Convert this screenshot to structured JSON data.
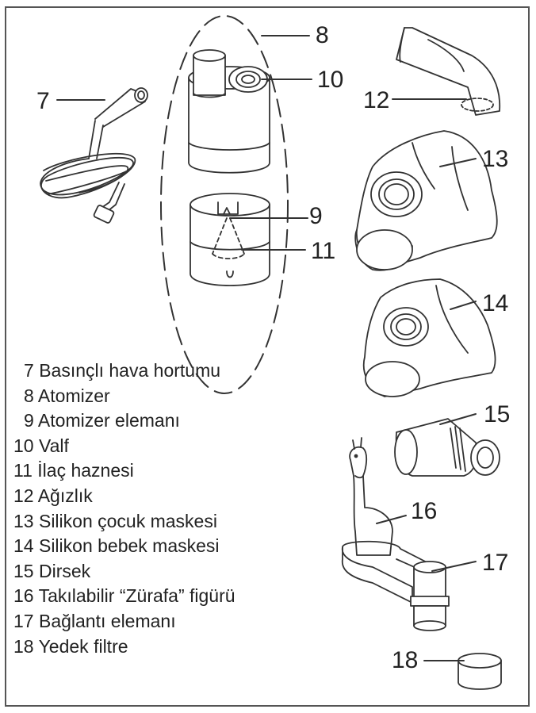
{
  "callouts": {
    "c7": "7",
    "c8": "8",
    "c9": "9",
    "c10": "10",
    "c11": "11",
    "c12": "12",
    "c13": "13",
    "c14": "14",
    "c15": "15",
    "c16": "16",
    "c17": "17",
    "c18": "18"
  },
  "legend": [
    {
      "num": "7",
      "label": "Basınçlı hava hortumu"
    },
    {
      "num": "8",
      "label": "Atomizer"
    },
    {
      "num": "9",
      "label": "Atomizer elemanı"
    },
    {
      "num": "10",
      "label": "Valf"
    },
    {
      "num": "11",
      "label": "İlaç haznesi"
    },
    {
      "num": "12",
      "label": "Ağızlık"
    },
    {
      "num": "13",
      "label": "Silikon çocuk maskesi"
    },
    {
      "num": "14",
      "label": "Silikon bebek maskesi"
    },
    {
      "num": "15",
      "label": "Dirsek"
    },
    {
      "num": "16",
      "label": "Takılabilir “Zürafa” figürü"
    },
    {
      "num": "17",
      "label": "Bağlantı elemanı"
    },
    {
      "num": "18",
      "label": "Yedek filtre"
    }
  ]
}
